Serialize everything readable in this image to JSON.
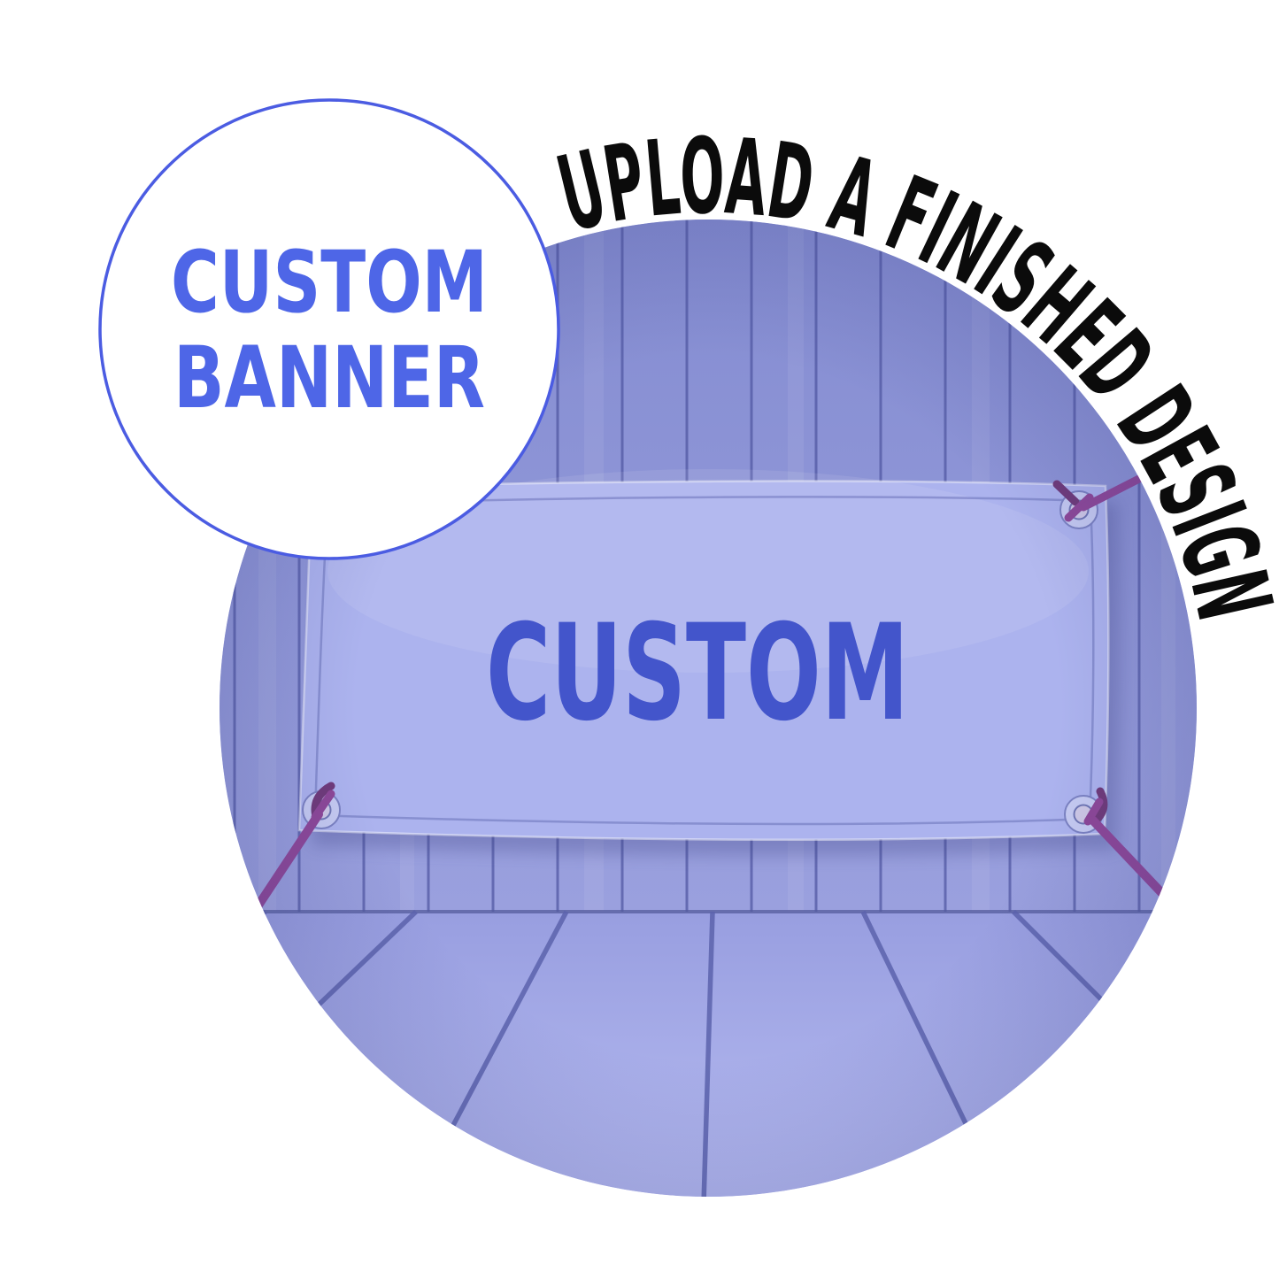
{
  "page": {
    "background_color": "#ffffff"
  },
  "badge": {
    "line1": "CUSTOM",
    "line2": "BANNER",
    "text_color": "#4e66e7",
    "border_color": "#4b5ce2",
    "background_color": "#ffffff"
  },
  "arc_headline": {
    "text": "UPLOAD A FINISHED DESIGN",
    "color": "#0b0b0b"
  },
  "banner": {
    "text": "CUSTOM",
    "text_color": "#4355cb",
    "fabric_color": "#acb3ee",
    "stitch_color": "#6a71b8",
    "grommet_ring_color": "#c6cbf2",
    "grommet_hole_color": "#cfc9e6",
    "cord_color": "#8d4697"
  },
  "scene": {
    "wall_color": "#8d94d6",
    "wall_seam_color": "#4e55a0",
    "floor_color": "#a9aee8",
    "floor_seam_color": "#5c63ad",
    "junction_color": "#555c9d",
    "shadow_color": "#3d4284"
  }
}
